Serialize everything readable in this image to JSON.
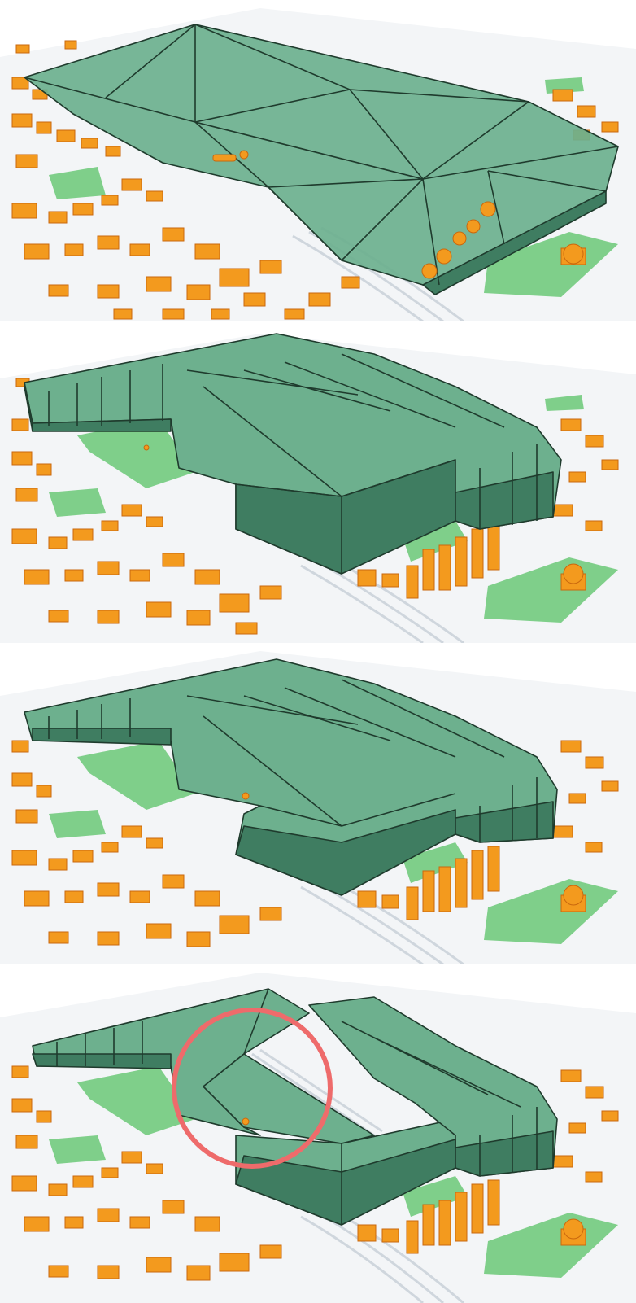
{
  "colors": {
    "background": "#ffffff",
    "ground": "#f1f3f5",
    "rail": "#cfd6dd",
    "building": "#f39a1e",
    "building_shade": "#c9680e",
    "park": "#7fcf8a",
    "mass_top": "#6db08e",
    "mass_side": "#3f7d61",
    "mass_edge": "#1f3b2d",
    "highlight": "#ee6b6b"
  },
  "panels": [
    {
      "id": "panel-1",
      "massing": "triangulated-roof"
    },
    {
      "id": "panel-2",
      "massing": "stepped-blocks"
    },
    {
      "id": "panel-3",
      "massing": "stepped-blocks-lowered"
    },
    {
      "id": "panel-4",
      "massing": "split-blocks-with-highlight"
    }
  ],
  "annotation": {
    "shape": "circle-outline"
  }
}
